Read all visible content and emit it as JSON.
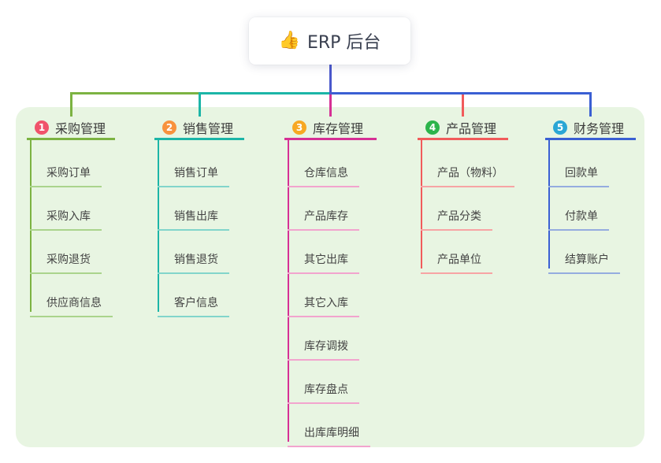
{
  "root": {
    "icon": "👍",
    "title": "ERP 后台"
  },
  "colors": {
    "root_line": "#4a58cc",
    "canvas_bg": "#ffffff",
    "container_bg": "#e8f5e2"
  },
  "branches": [
    {
      "number": "1",
      "label": "采购管理",
      "badge_color": "#f0536b",
      "line_color": "#7cb342",
      "child_line_color": "#aad48c",
      "children": [
        "采购订单",
        "采购入库",
        "采购退货",
        "供应商信息"
      ]
    },
    {
      "number": "2",
      "label": "销售管理",
      "badge_color": "#f8923d",
      "line_color": "#1cb5a7",
      "child_line_color": "#82d5cb",
      "children": [
        "销售订单",
        "销售出库",
        "销售退货",
        "客户信息"
      ]
    },
    {
      "number": "3",
      "label": "库存管理",
      "badge_color": "#f7a823",
      "line_color": "#d63095",
      "child_line_color": "#f2a4ce",
      "children": [
        "仓库信息",
        "产品库存",
        "其它出库",
        "其它入库",
        "库存调拨",
        "库存盘点",
        "出库库明细"
      ]
    },
    {
      "number": "4",
      "label": "产品管理",
      "badge_color": "#2cb44b",
      "line_color": "#f15b5b",
      "child_line_color": "#f7a4a4",
      "children": [
        "产品（物料）",
        "产品分类",
        "产品单位"
      ]
    },
    {
      "number": "5",
      "label": "财务管理",
      "badge_color": "#2aa6d5",
      "line_color": "#3a5fd3",
      "child_line_color": "#95acdf",
      "children": [
        "回款单",
        "付款单",
        "结算账户"
      ]
    }
  ]
}
